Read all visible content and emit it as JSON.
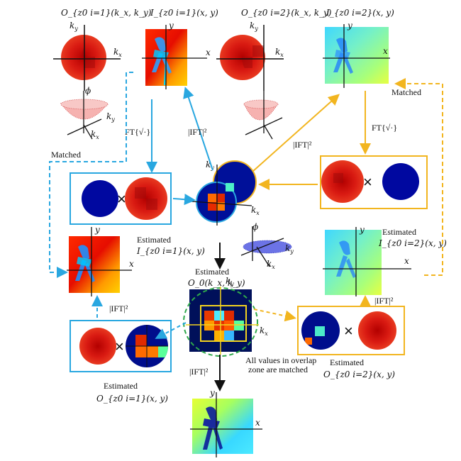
{
  "colors": {
    "blue_path": "#29a7e0",
    "gold_path": "#f2b51f",
    "deep_blue": "#000d8c",
    "red_spectrum": "#d51515",
    "green_dashed": "#2ea84a"
  },
  "top_row": {
    "o_z1": "O_{z0 i=1}(k_x, k_y)",
    "i_z1": "I_{z0 i=1}(x, y)",
    "o_z2": "O_{z0 i=2}(k_x, k_y)",
    "i_z2": "I_{z0 i=2}(x, y)"
  },
  "axes": {
    "kx": "k",
    "kx_sub": "x",
    "ky": "k",
    "ky_sub": "y",
    "x": "x",
    "y": "y",
    "phi": "ϕ"
  },
  "operators": {
    "ft_sqrt_left": "FT{√·}",
    "ft_sqrt_right": "FT{√·}",
    "ift_sq_upper": "|IFT|²",
    "ift_sq_gold": "|IFT|²",
    "ift_sq_left": "|IFT|²",
    "ift_sq_right": "|IFT|²",
    "ift_sq_bottom": "|IFT|²",
    "times": "×"
  },
  "labels": {
    "matched_left": "Matched",
    "matched_right": "Matched",
    "estimated": "Estimated",
    "est_i1": "I_{z0 i=1}(x, y)",
    "est_i2": "I_{z0 i=2}(x, y)",
    "est_o0": "O_0(k_x, k_y)",
    "est_o1": "O_{z0 i=1}(x, y)",
    "est_o2": "O_{z0 i=2}(x, y)",
    "overlap_line1": "All values in overlap",
    "overlap_line2": "zone are matched"
  }
}
